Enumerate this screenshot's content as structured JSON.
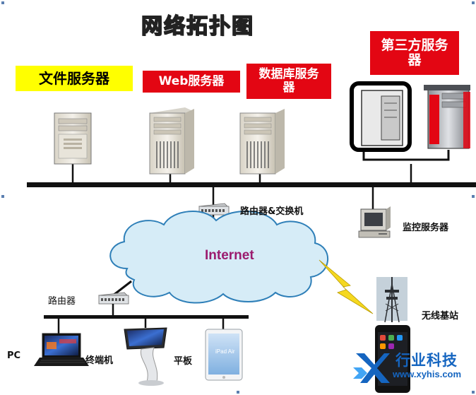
{
  "title": "网络拓扑图",
  "servers": {
    "file": "文件服务器",
    "web": "Web服务器",
    "database": "数据库服务器",
    "third_party": "第三方服务器"
  },
  "nodes": {
    "router_switch": "路由器&交换机",
    "monitor_server": "监控服务器",
    "internet": "Internet",
    "router": "路由器",
    "base_station": "无线基站",
    "pc": "PC",
    "terminal": "终端机",
    "tablet": "平板"
  },
  "brand": {
    "name": "行业科技",
    "url": "www.xyhis.com"
  },
  "colors": {
    "label_yellow": "#ffff00",
    "label_red": "#e30613",
    "internet_text": "#9b1b6e",
    "cloud_fill": "#d6ecf7",
    "cloud_stroke": "#2e7fb8",
    "brand_blue": "#1565c0",
    "lightning": "#f5d820"
  }
}
